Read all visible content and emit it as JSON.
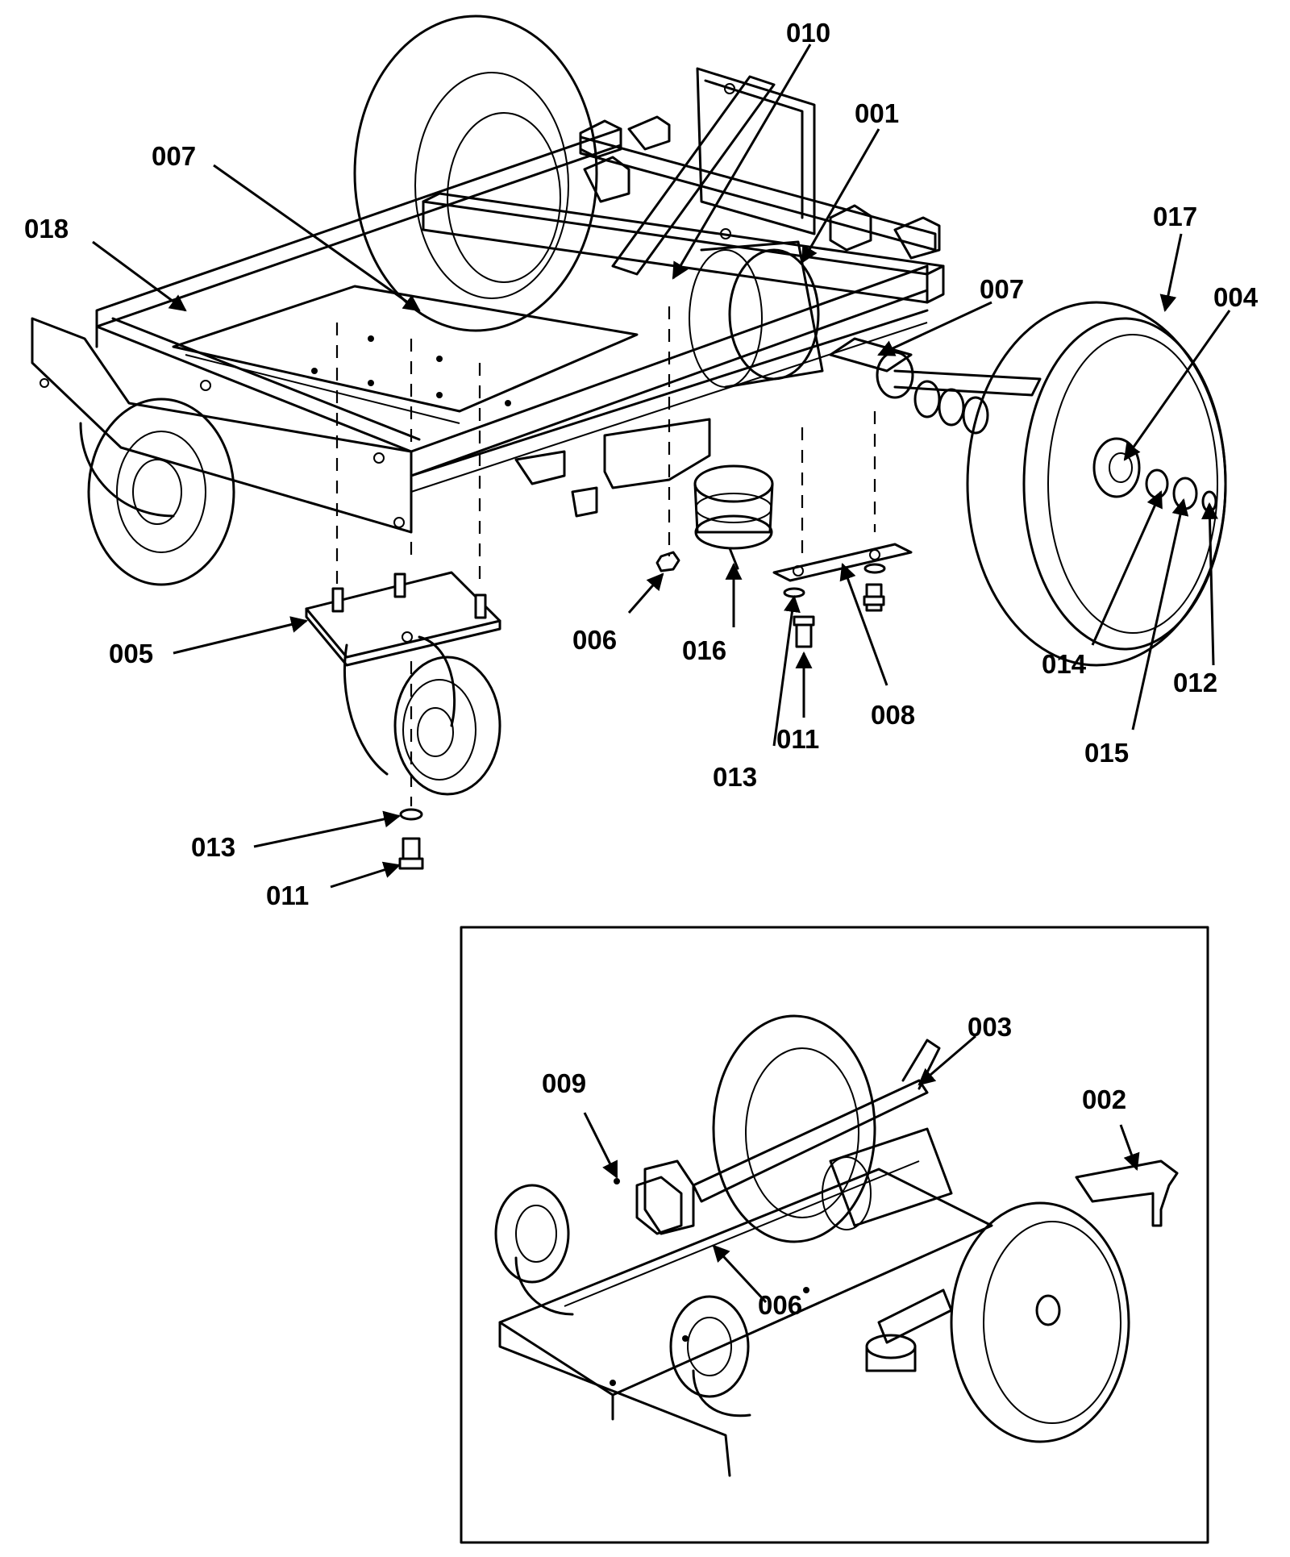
{
  "callouts": {
    "c010": "010",
    "c001": "001",
    "c007a": "007",
    "c018": "018",
    "c007b": "007",
    "c017": "017",
    "c004": "004",
    "c005": "005",
    "c006": "006",
    "c016": "016",
    "c013a": "013",
    "c011a": "011",
    "c008": "008",
    "c014": "014",
    "c012": "012",
    "c015": "015",
    "c013b": "013",
    "c011b": "011"
  },
  "inset": {
    "c003": "003",
    "c009": "009",
    "c002": "002",
    "c006": "006"
  }
}
